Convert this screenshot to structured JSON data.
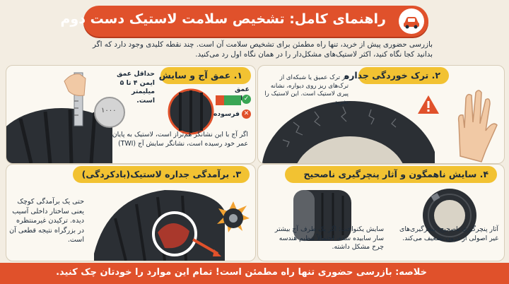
{
  "header": {
    "title": "راهنمای کامل: تشخیص سلامت لاستیک دست دوم",
    "icon": "car-icon"
  },
  "intro": {
    "text": "بازرسی حضوری پیش از خرید، تنها راه مطمئن برای تشخیص سلامت آن است. چند نقطه کلیدی وجود دارد که اگر بدانید کجا نگاه کنید، اکثر لاستیک‌های مشکل‌دار را در همان نگاه اول رد می‌کنید."
  },
  "sections": {
    "tread": {
      "title": "۱. عمق آج و سایش",
      "min_depth": "حداقل عمق ایمن ۴ تا ۵ میلیمتر است.",
      "good_label": "عمق مناسب",
      "worn_label": "فرسوده",
      "coin_label": "۱۰۰۰",
      "note": "اگر آج با این نشانگر هم‌تراز است، لاستیک به پایان عمر خود رسیده است، نشانگر سایش آج (TWI)"
    },
    "cracks": {
      "title": "۲. ترک خوردگی جداره",
      "note": "هر ترک عمیق یا شبکه‌ای از ترک‌های ریز روی دیواره، نشانه پیری لاستیک است. این لاستیک را نخرید."
    },
    "bulge": {
      "title": "۳. برآمدگی جداره لاستیک(بادکردگی)",
      "note": "حتی یک برآمدگی کوچک یعنی ساختار داخلی آسیب دیده. ترکیدن غیرمنتظره در بزرگراه نتیجه قطعی آن است."
    },
    "uneven": {
      "title": "۴. سایش ناهمگون و آثار پنچرگیری ناصحیح",
      "wear_note": "سایش یکنواخت: اگر یک طرف آج بیشتر سار سابیده شده، احتمالاً تنظیم هندسه چرخ مشکل داشته.",
      "repair_note": "آثار پنچرگیری ناصحیح: پنچرگیری‌های غیر اصولی از درون تضعیف می‌کند."
    }
  },
  "footer": {
    "text": "خلاصه: بازرسی حضوری تنها راه مطمئن است! تمام این موارد را خودتان چک کنید."
  },
  "colors": {
    "accent": "#e0512b",
    "ribbon": "#f2c232",
    "background": "#f3ede2",
    "tire": "#2b2f34"
  }
}
